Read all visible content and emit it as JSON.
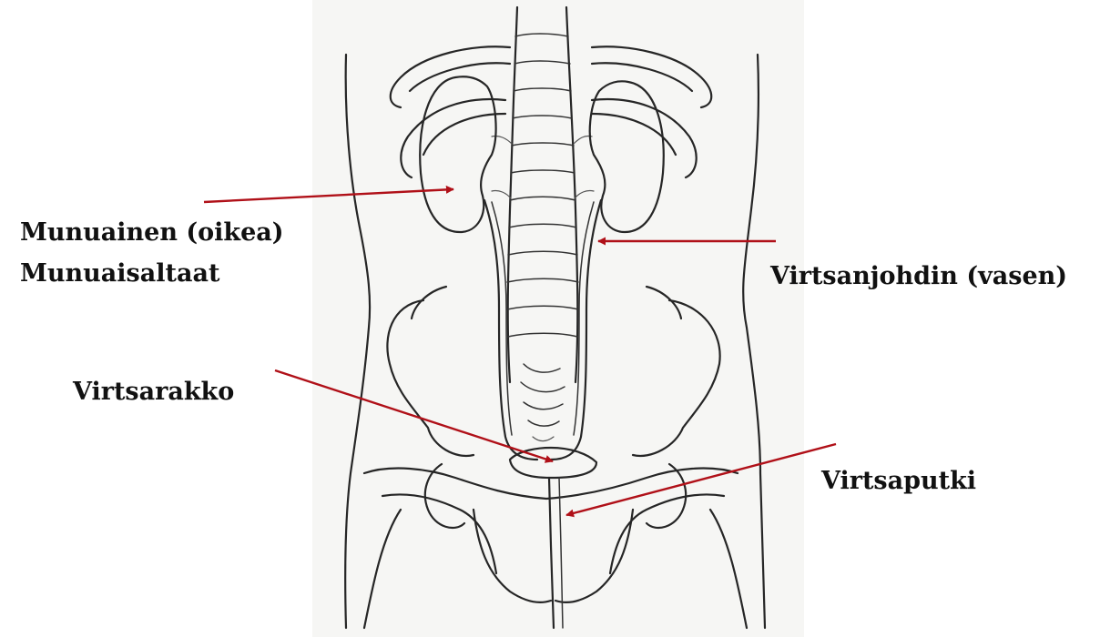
{
  "labels": {
    "kidney_right": "Munuainen (oikea)",
    "renal_pelvis": "Munuaisaltaat",
    "ureter_left": "Virtsanjohdin (vasen)",
    "bladder": "Virtsarakko",
    "urethra": "Virtsaputki"
  },
  "colors": {
    "arrow": "#b01018",
    "pencil": "#262626",
    "paper": "#f6f6f4"
  }
}
